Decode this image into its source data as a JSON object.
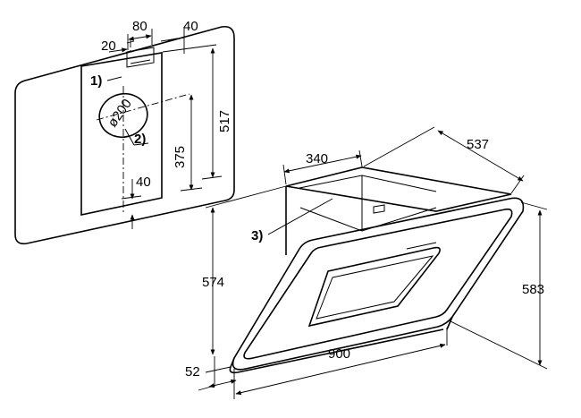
{
  "wall_plate": {
    "dim_top_left": "20",
    "dim_top_mid": "80",
    "dim_top_right": "40",
    "dim_diameter": "ø200",
    "dim_height_517": "517",
    "dim_height_375": "375",
    "dim_bottom_40": "40",
    "callout_1": "1)",
    "callout_2": "2)"
  },
  "hood": {
    "dim_depth_537": "537",
    "dim_width_340": "340",
    "dim_height_574": "574",
    "dim_height_583": "583",
    "dim_width_900": "900",
    "dim_depth_52": "52",
    "callout_3": "3)"
  }
}
